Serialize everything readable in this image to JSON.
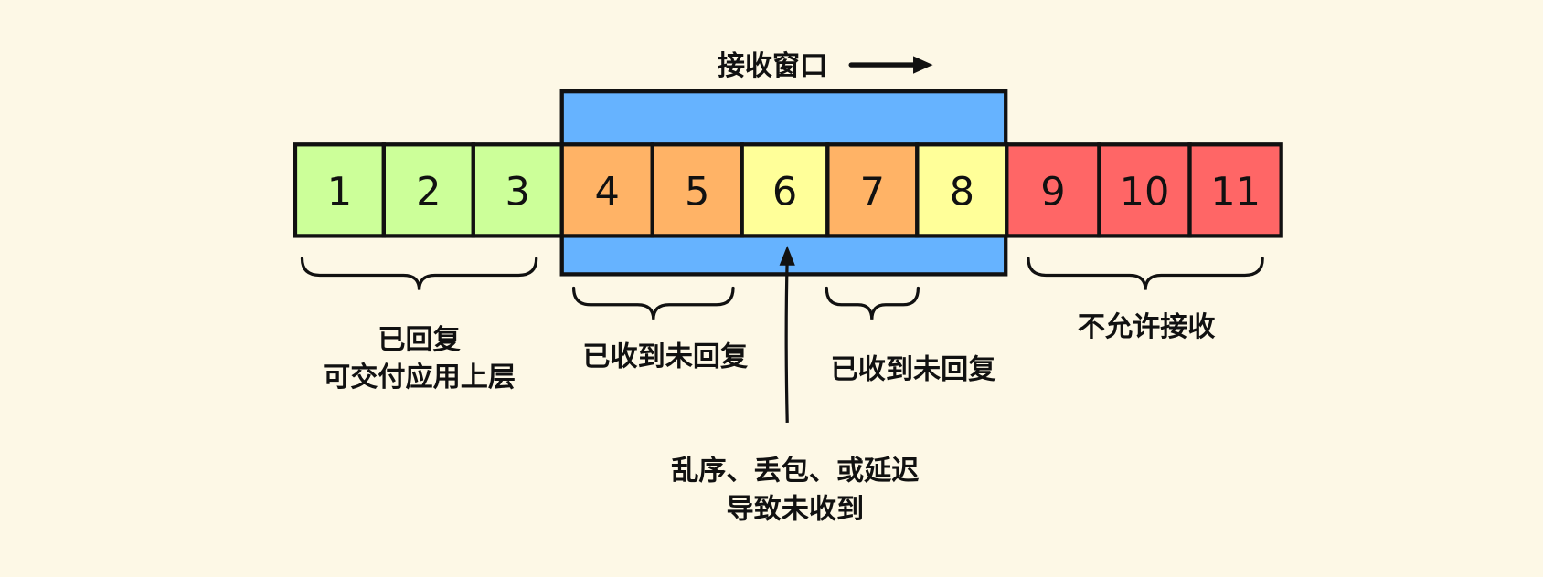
{
  "title": "接收窗口",
  "segments": [
    {
      "label": "1",
      "state": "delivered"
    },
    {
      "label": "2",
      "state": "delivered"
    },
    {
      "label": "3",
      "state": "delivered"
    },
    {
      "label": "4",
      "state": "received"
    },
    {
      "label": "5",
      "state": "received"
    },
    {
      "label": "6",
      "state": "missing"
    },
    {
      "label": "7",
      "state": "received"
    },
    {
      "label": "8",
      "state": "missing"
    },
    {
      "label": "9",
      "state": "forbidden"
    },
    {
      "label": "10",
      "state": "forbidden"
    },
    {
      "label": "11",
      "state": "forbidden"
    }
  ],
  "colors": {
    "delivered": "#ccff99",
    "received": "#ffb366",
    "missing": "#ffff99",
    "forbidden": "#ff6666",
    "window": "#66b3ff",
    "background": "#fdf8e6"
  },
  "annotations": {
    "acked_line1": "已回复",
    "acked_line2": "可交付应用上层",
    "received_a": "已收到未回复",
    "received_b": "已收到未回复",
    "forbidden": "不允许接收",
    "missing_line1": "乱序、丢包、或延迟",
    "missing_line2": "导致未收到"
  }
}
